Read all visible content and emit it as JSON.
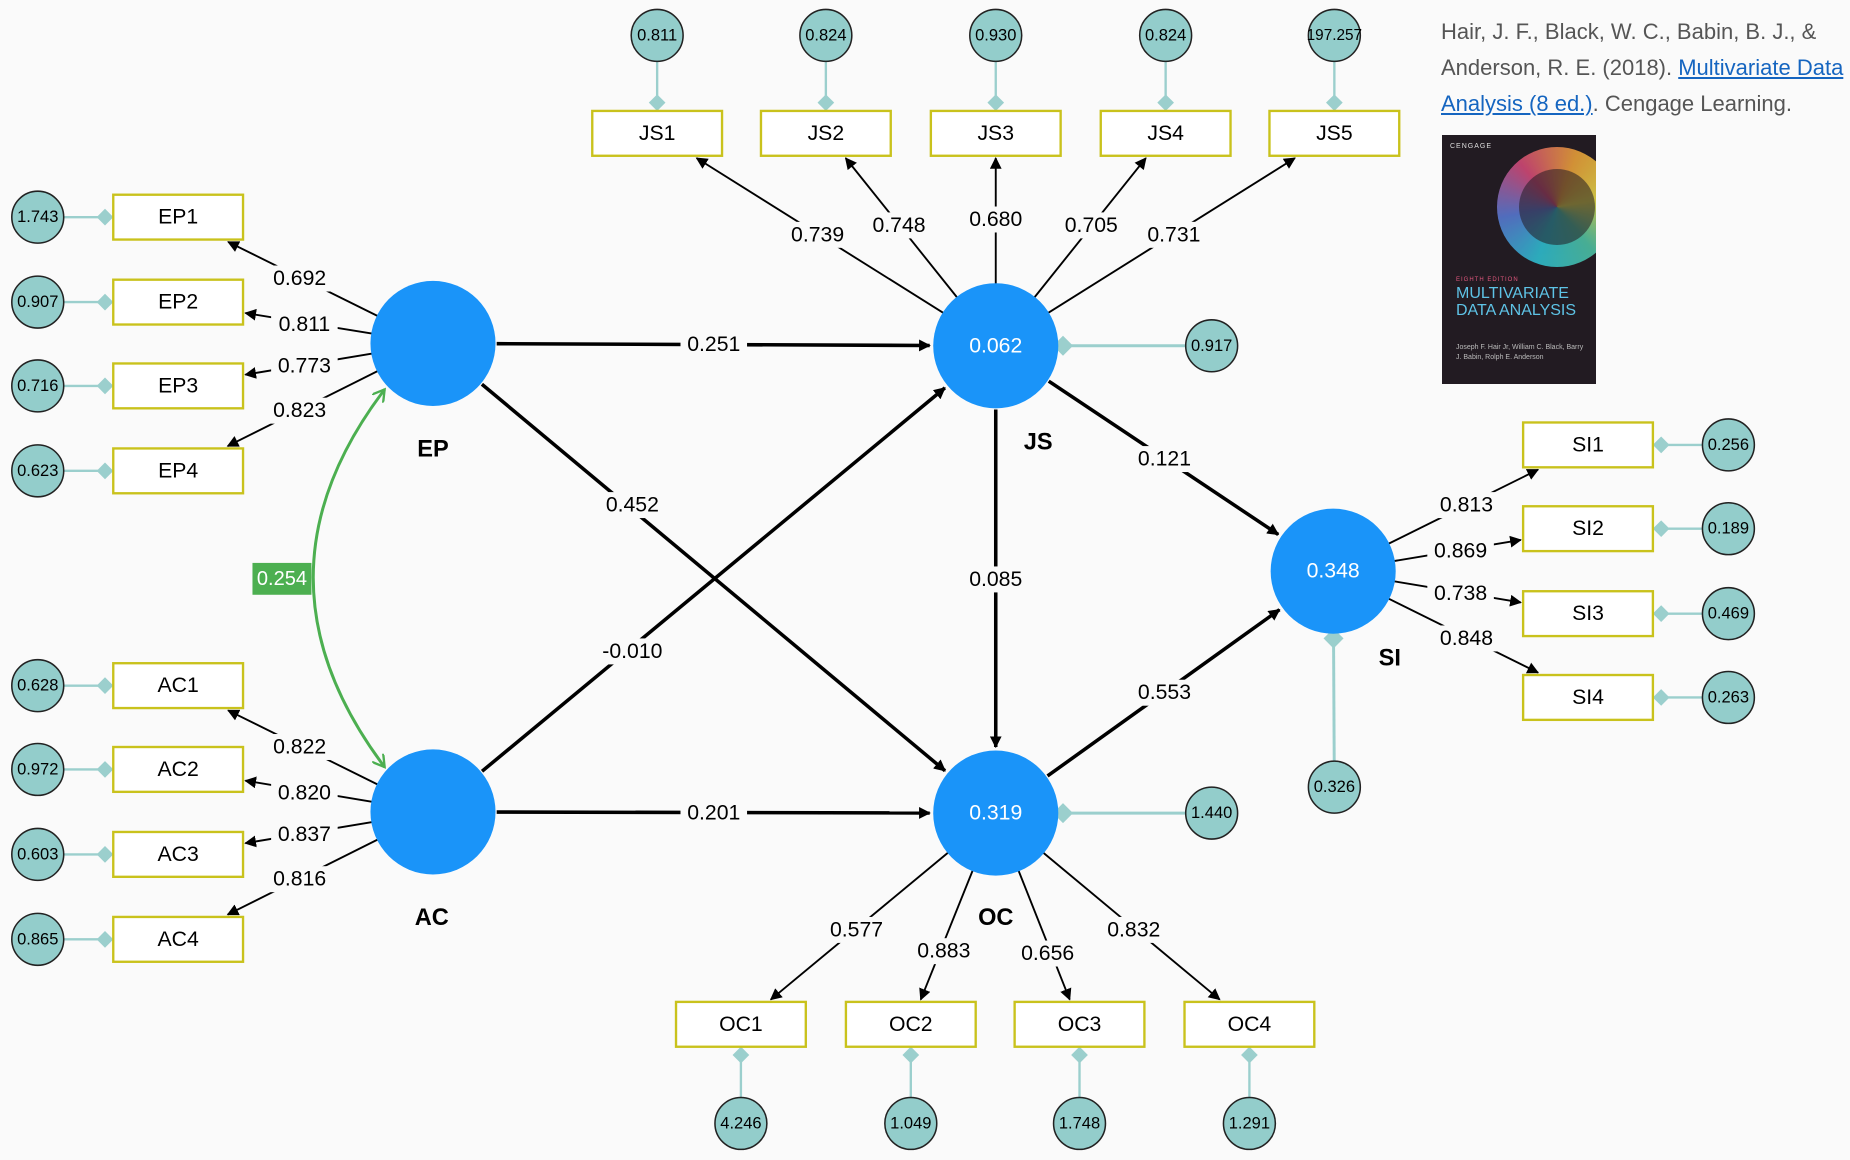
{
  "reference": {
    "prefix": "Hair, J. F., Black, W. C., Babin, B. J., & Anderson, R. E. (2018). ",
    "link_text": "Multivariate Data Analysis (8 ed.)",
    "suffix": ". Cengage Learning."
  },
  "book_cover": {
    "publisher": "CENGAGE",
    "edition": "EIGHTH EDITION",
    "title": "MULTIVARIATE DATA ANALYSIS",
    "authors": "Joseph F. Hair Jr, William C. Black, Barry J. Babin, Rolph E. Anderson"
  },
  "constructs": [
    {
      "id": "EP",
      "label": "EP",
      "value": ""
    },
    {
      "id": "AC",
      "label": "AC",
      "value": ""
    },
    {
      "id": "JS",
      "label": "JS",
      "value": "0.062",
      "error": "0.917"
    },
    {
      "id": "OC",
      "label": "OC",
      "value": "0.319",
      "error": "1.440"
    },
    {
      "id": "SI",
      "label": "SI",
      "value": "0.348",
      "error": "0.326"
    }
  ],
  "indicators": [
    {
      "name": "EP1",
      "construct": "EP",
      "loading": "0.692",
      "error": "1.743"
    },
    {
      "name": "EP2",
      "construct": "EP",
      "loading": "0.811",
      "error": "0.907"
    },
    {
      "name": "EP3",
      "construct": "EP",
      "loading": "0.773",
      "error": "0.716"
    },
    {
      "name": "EP4",
      "construct": "EP",
      "loading": "0.823",
      "error": "0.623"
    },
    {
      "name": "AC1",
      "construct": "AC",
      "loading": "0.822",
      "error": "0.628"
    },
    {
      "name": "AC2",
      "construct": "AC",
      "loading": "0.820",
      "error": "0.972"
    },
    {
      "name": "AC3",
      "construct": "AC",
      "loading": "0.837",
      "error": "0.603"
    },
    {
      "name": "AC4",
      "construct": "AC",
      "loading": "0.816",
      "error": "0.865"
    },
    {
      "name": "JS1",
      "construct": "JS",
      "loading": "0.739",
      "error": "0.811"
    },
    {
      "name": "JS2",
      "construct": "JS",
      "loading": "0.748",
      "error": "0.824"
    },
    {
      "name": "JS3",
      "construct": "JS",
      "loading": "0.680",
      "error": "0.930"
    },
    {
      "name": "JS4",
      "construct": "JS",
      "loading": "0.705",
      "error": "0.824"
    },
    {
      "name": "JS5",
      "construct": "JS",
      "loading": "0.731",
      "error": "197.257"
    },
    {
      "name": "OC1",
      "construct": "OC",
      "loading": "0.577",
      "error": "4.246"
    },
    {
      "name": "OC2",
      "construct": "OC",
      "loading": "0.883",
      "error": "1.049"
    },
    {
      "name": "OC3",
      "construct": "OC",
      "loading": "0.656",
      "error": "1.748"
    },
    {
      "name": "OC4",
      "construct": "OC",
      "loading": "0.832",
      "error": "1.291"
    },
    {
      "name": "SI1",
      "construct": "SI",
      "loading": "0.813",
      "error": "0.256"
    },
    {
      "name": "SI2",
      "construct": "SI",
      "loading": "0.869",
      "error": "0.189"
    },
    {
      "name": "SI3",
      "construct": "SI",
      "loading": "0.738",
      "error": "0.469"
    },
    {
      "name": "SI4",
      "construct": "SI",
      "loading": "0.848",
      "error": "0.263"
    }
  ],
  "paths": [
    {
      "from": "EP",
      "to": "JS",
      "coef": "0.251"
    },
    {
      "from": "EP",
      "to": "OC",
      "coef": "0.452"
    },
    {
      "from": "AC",
      "to": "JS",
      "coef": "-0.010"
    },
    {
      "from": "AC",
      "to": "OC",
      "coef": "0.201"
    },
    {
      "from": "JS",
      "to": "OC",
      "coef": "0.085"
    },
    {
      "from": "JS",
      "to": "SI",
      "coef": "0.121"
    },
    {
      "from": "OC",
      "to": "SI",
      "coef": "0.553"
    }
  ],
  "covariance": {
    "between": [
      "EP",
      "AC"
    ],
    "value": "0.254"
  },
  "colors": {
    "construct": "#1a94f9",
    "indicator_border": "#c9c21c",
    "error_circle": "#93cdcb",
    "error_line": "#9bcfcd",
    "covariance": "#4caf50",
    "arrow": "#000000"
  }
}
